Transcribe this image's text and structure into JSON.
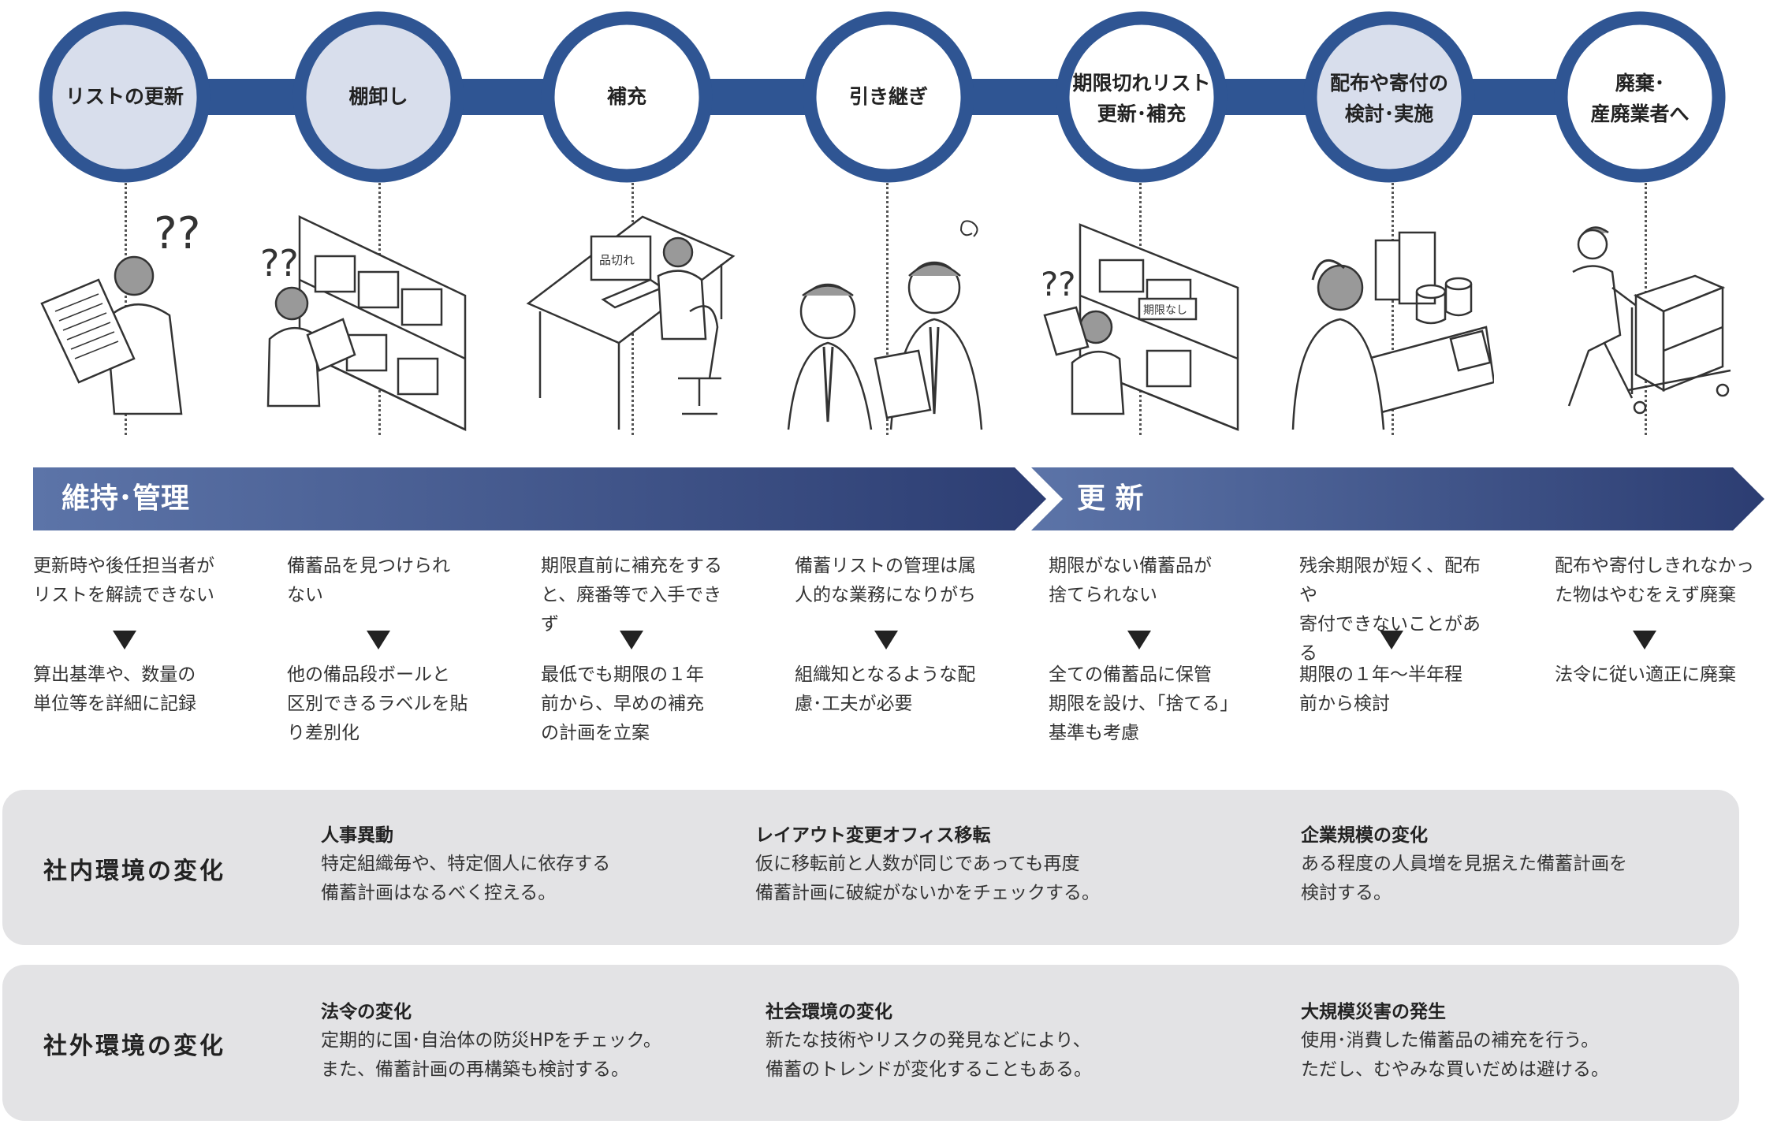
{
  "steps": [
    {
      "label": "リストの更新",
      "shaded": true
    },
    {
      "label": "棚卸し",
      "shaded": true
    },
    {
      "label": "補充",
      "shaded": false
    },
    {
      "label": "引き継ぎ",
      "shaded": false
    },
    {
      "label": "期限切れリスト\n更新･補充",
      "shaded": false
    },
    {
      "label": "配布や寄付の\n検討･実施",
      "shaded": true
    },
    {
      "label": "廃棄･\n産廃業者へ",
      "shaded": false
    }
  ],
  "colors": {
    "ring": "#2f5593",
    "shaded_fill": "#d8deec",
    "banner_dark": "#2c3d72",
    "banner_light": "#5c74a8",
    "panel": "#e3e3e5"
  },
  "illustrations": {
    "screen_text": "品切れ",
    "tag_text": "期限なし",
    "question_marks": "??"
  },
  "phases": [
    {
      "label": "維持･管理"
    },
    {
      "label": "更 新"
    }
  ],
  "issues": [
    {
      "problem": "更新時や後任担当者が\nリストを解読できない",
      "solution": "算出基準や、数量の\n単位等を詳細に記録"
    },
    {
      "problem": "備蓄品を見つけられ\nない",
      "solution": "他の備品段ボールと\n区別できるラベルを貼\nり差別化"
    },
    {
      "problem": "期限直前に補充をする\nと、廃番等で入手できず",
      "solution": "最低でも期限の１年\n前から、早めの補充\nの計画を立案"
    },
    {
      "problem": "備蓄リストの管理は属\n人的な業務になりがち",
      "solution": "組織知となるような配\n慮･工夫が必要"
    },
    {
      "problem": "期限がない備蓄品が\n捨てられない",
      "solution": "全ての備蓄品に保管\n期限を設け、｢捨てる｣\n基準も考慮"
    },
    {
      "problem": "残余期限が短く、配布や\n寄付できないことがある",
      "solution": "期限の１年～半年程\n前から検討"
    },
    {
      "problem": "配布や寄付しきれなかっ\nた物はやむをえず廃棄",
      "solution": "法令に従い適正に廃棄"
    }
  ],
  "internal": {
    "title": "社内環境の変化",
    "items": [
      {
        "title": "人事異動",
        "body": "特定組織毎や、特定個人に依存する\n備蓄計画はなるべく控える。"
      },
      {
        "title": "レイアウト変更オフィス移転",
        "body": "仮に移転前と人数が同じであっても再度\n備蓄計画に破綻がないかをチェックする。"
      },
      {
        "title": "企業規模の変化",
        "body": "ある程度の人員増を見据えた備蓄計画を\n検討する。"
      }
    ]
  },
  "external": {
    "title": "社外環境の変化",
    "items": [
      {
        "title": "法令の変化",
        "body": "定期的に国･自治体の防災HPをチェック。\nまた、備蓄計画の再構築も検討する。"
      },
      {
        "title": "社会環境の変化",
        "body": "新たな技術やリスクの発見などにより、\n備蓄のトレンドが変化することもある。"
      },
      {
        "title": "大規模災害の発生",
        "body": "使用･消費した備蓄品の補充を行う。\nただし、むやみな買いだめは避ける。"
      }
    ]
  }
}
